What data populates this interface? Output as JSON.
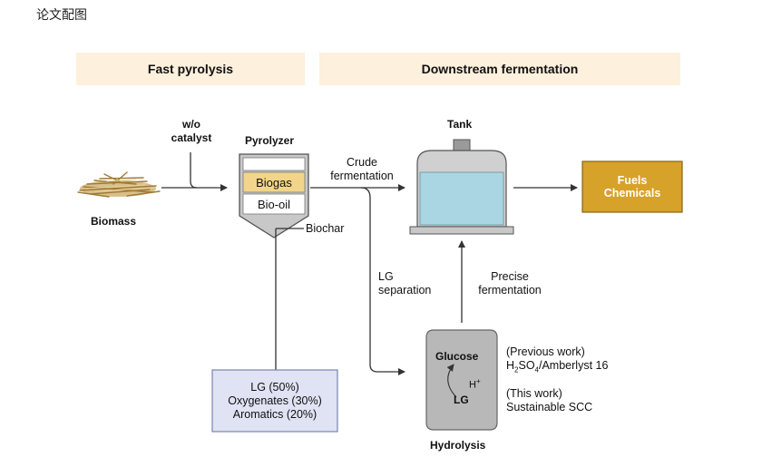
{
  "page_label": "论文配图",
  "sections": {
    "left": "Fast pyrolysis",
    "right": "Downstream fermentation"
  },
  "nodes": {
    "biomass": "Biomass",
    "catalyst": [
      "w/o",
      "catalyst"
    ],
    "pyrolyzer": "Pyrolyzer",
    "biogas": "Biogas",
    "biooil": "Bio-oil",
    "biochar": "Biochar",
    "tank": "Tank",
    "products": [
      "Fuels",
      "Chemicals"
    ],
    "hydrolysis": "Hydrolysis",
    "glucose": "Glucose",
    "hplus": "H",
    "hplus_sup": "+",
    "lg": "LG",
    "composition": [
      "LG (50%)",
      "Oxygenates (30%)",
      "Aromatics (20%)"
    ]
  },
  "edges": {
    "crude": [
      "Crude",
      "fermentation"
    ],
    "lg_separation": [
      "LG",
      "separation"
    ],
    "precise": [
      "Precise",
      "fermentation"
    ]
  },
  "notes": {
    "previous": "(Previous work)",
    "previous_detail": {
      "a": "H",
      "b": "2",
      "c": "SO",
      "d": "4",
      "e": "/Amberlyst 16"
    },
    "this_work": "(This work)",
    "this_detail": "Sustainable SCC"
  },
  "colors": {
    "band_bg": "#fdf0dd",
    "biogas_fill": "#f2d58a",
    "products_fill": "#d6a22a",
    "composition_fill": "#dfe3f3",
    "tank_liquid": "#a9d6e2",
    "gray": "#b5b5b5"
  }
}
